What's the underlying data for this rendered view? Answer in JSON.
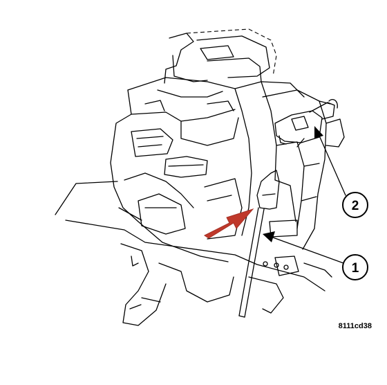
{
  "callouts": [
    {
      "number": "1"
    },
    {
      "number": "2"
    }
  ],
  "figure_id": "8111cd38",
  "colors": {
    "highlight_arrow": "#c0392b",
    "line": "#000000",
    "background": "#ffffff"
  }
}
